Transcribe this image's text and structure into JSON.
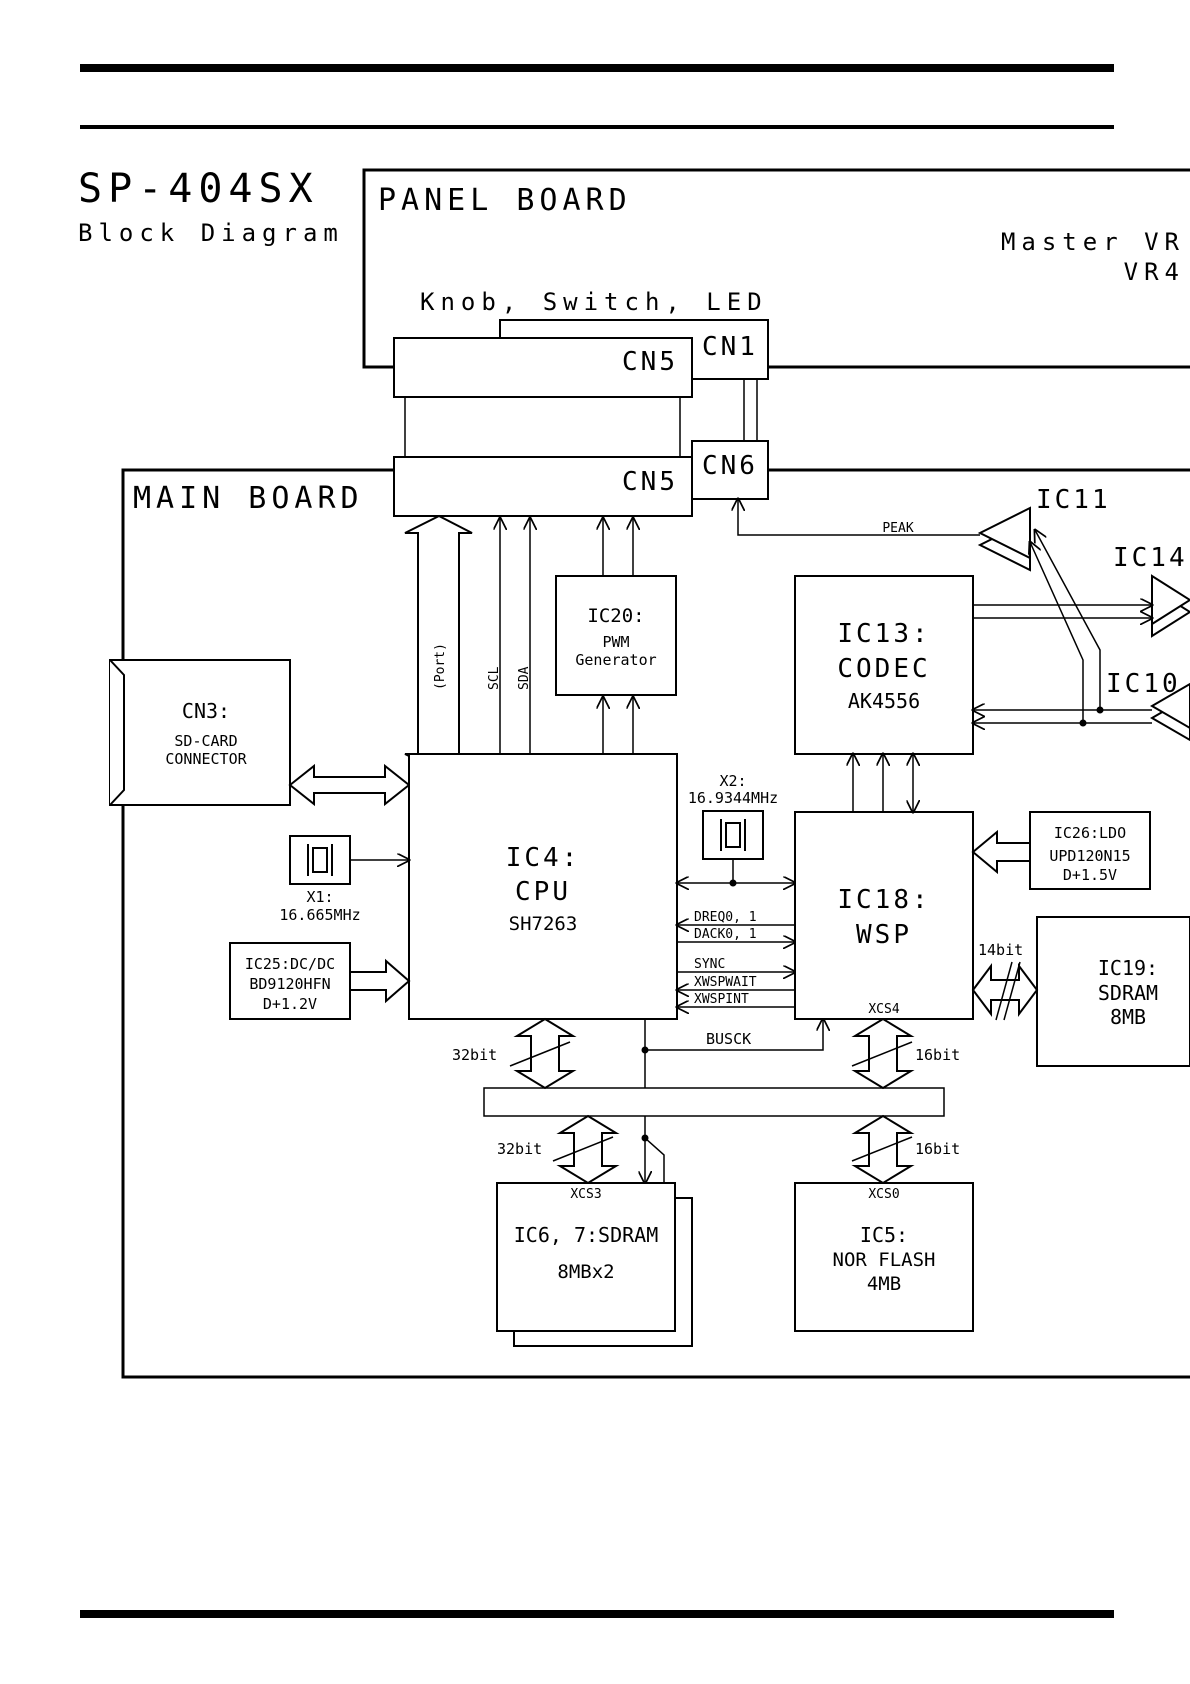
{
  "header": {
    "title": "SP-404SX",
    "subtitle": "Block Diagram"
  },
  "panel_board": {
    "title": "PANEL BOARD",
    "master_vr": "Master VR",
    "vr4": "VR4",
    "knob_switch_led": "Knob, Switch, LED",
    "cn5": "CN5",
    "cn1": "CN1"
  },
  "main_board": {
    "title": "MAIN BOARD",
    "cn5": "CN5",
    "cn6": "CN6",
    "peak": "PEAK",
    "port": "(Port)",
    "scl": "SCL",
    "sda": "SDA"
  },
  "blocks": {
    "ic20": {
      "name": "IC20:",
      "line1": "PWM",
      "line2": "Generator"
    },
    "ic13": {
      "name": "IC13:",
      "line1": "CODEC",
      "line2": "AK4556"
    },
    "ic11": {
      "name": "IC11"
    },
    "ic14": {
      "name": "IC14"
    },
    "ic10": {
      "name": "IC10"
    },
    "cn3": {
      "name": "CN3:",
      "line1": "SD-CARD",
      "line2": "CONNECTOR"
    },
    "ic4": {
      "name": "IC4:",
      "line1": "CPU",
      "line2": "SH7263"
    },
    "x1": {
      "name": "X1:",
      "freq": "16.665MHz"
    },
    "x2": {
      "name": "X2:",
      "freq": "16.9344MHz"
    },
    "ic25": {
      "name": "IC25:DC/DC",
      "line1": "BD9120HFN",
      "line2": "D+1.2V"
    },
    "ic18": {
      "name": "IC18:",
      "line1": "WSP",
      "cs": "XCS4"
    },
    "ic26": {
      "name": "IC26:LDO",
      "line1": "UPD120N15",
      "line2": "D+1.5V"
    },
    "ic19": {
      "name": "IC19:",
      "line1": "SDRAM",
      "line2": "8MB"
    },
    "ic67": {
      "name": "IC6, 7:SDRAM",
      "line1": "8MBx2",
      "cs": "XCS3"
    },
    "ic5": {
      "name": "IC5:",
      "line1": "NOR FLASH",
      "line2": "4MB",
      "cs": "XCS0"
    }
  },
  "signals": {
    "dreq": "DREQ0, 1",
    "dack": "DACK0, 1",
    "sync": "SYNC",
    "xwspwait": "XWSPWAIT",
    "xwspint": "XWSPINT",
    "busck": "BUSCK",
    "bit32a": "32bit",
    "bit32b": "32bit",
    "bit16a": "16bit",
    "bit16b": "16bit",
    "bit14": "14bit"
  }
}
